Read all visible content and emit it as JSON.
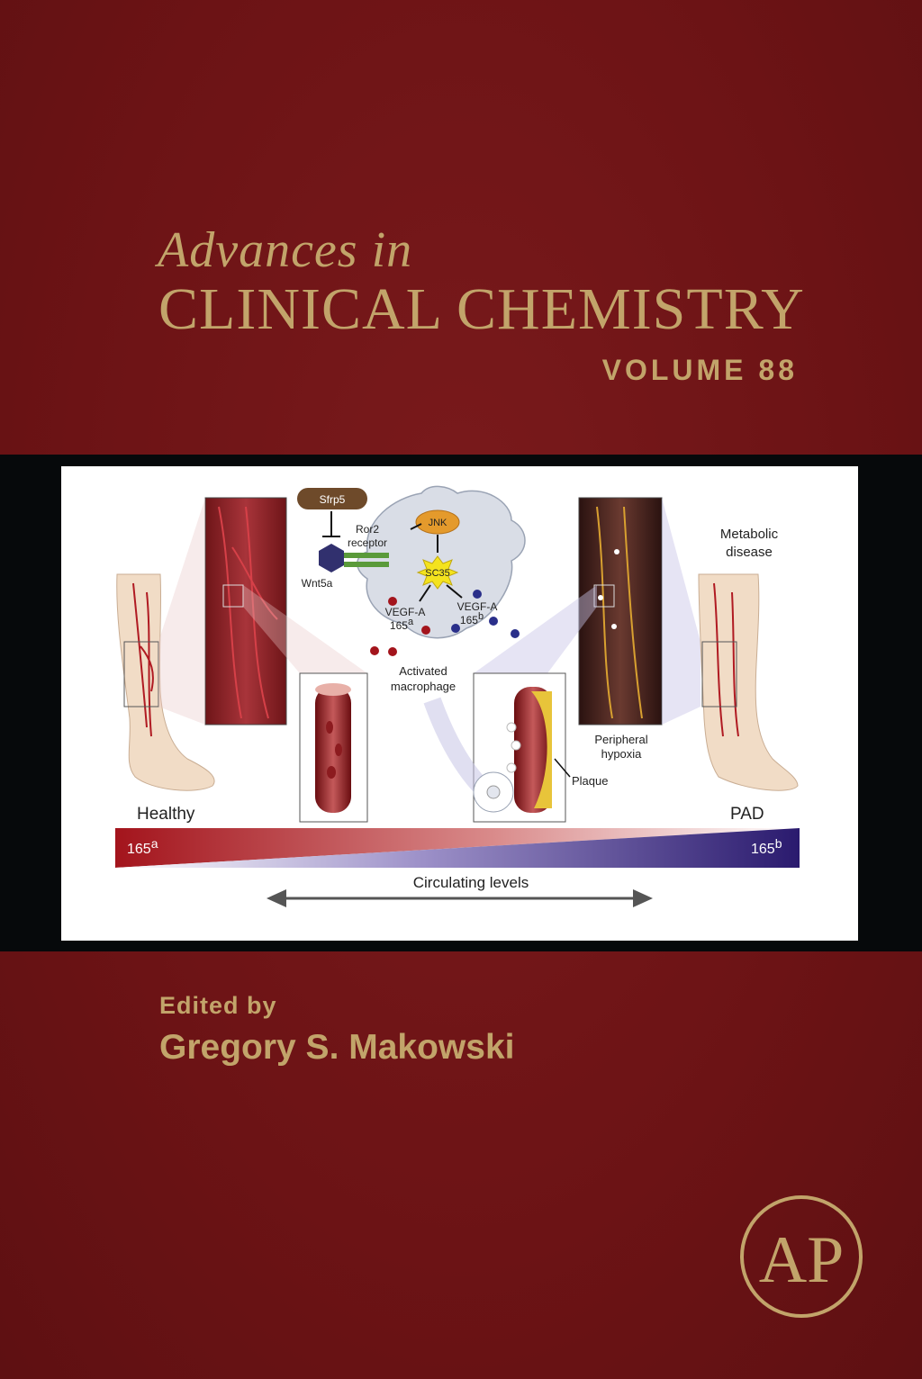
{
  "cover": {
    "series_italic": "Advances in",
    "series_title": "CLINICAL CHEMISTRY",
    "volume": "VOLUME 88",
    "edited_by": "Edited by",
    "editor": "Gregory S. Makowski",
    "logo_letters": "AP"
  },
  "figure": {
    "sfrp5": "Sfrp5",
    "ror2": "Ror2",
    "receptor": "receptor",
    "wnt5a": "Wnt5a",
    "jnk": "JNK",
    "sc35": "SC35",
    "vegf_a_left": "VEGF-A",
    "vegf_165a_num": "165",
    "vegf_165a_sup": "a",
    "vegf_a_right": "VEGF-A",
    "vegf_165b_num": "165",
    "vegf_165b_sup": "b",
    "activated": "Activated",
    "macrophage": "macrophage",
    "metabolic": "Metabolic",
    "disease": "disease",
    "peripheral": "Peripheral",
    "hypoxia": "hypoxia",
    "plaque": "Plaque",
    "healthy": "Healthy",
    "pad": "PAD",
    "bar_left_num": "165",
    "bar_left_sup": "a",
    "bar_right_num": "165",
    "bar_right_sup": "b",
    "circulating": "Circulating levels"
  },
  "colors": {
    "background": "#6f1517",
    "gold": "#c2a46a",
    "band": "#06090b",
    "vessel_red": "#a3141c",
    "gradient_blue": "#2a1a6e"
  }
}
